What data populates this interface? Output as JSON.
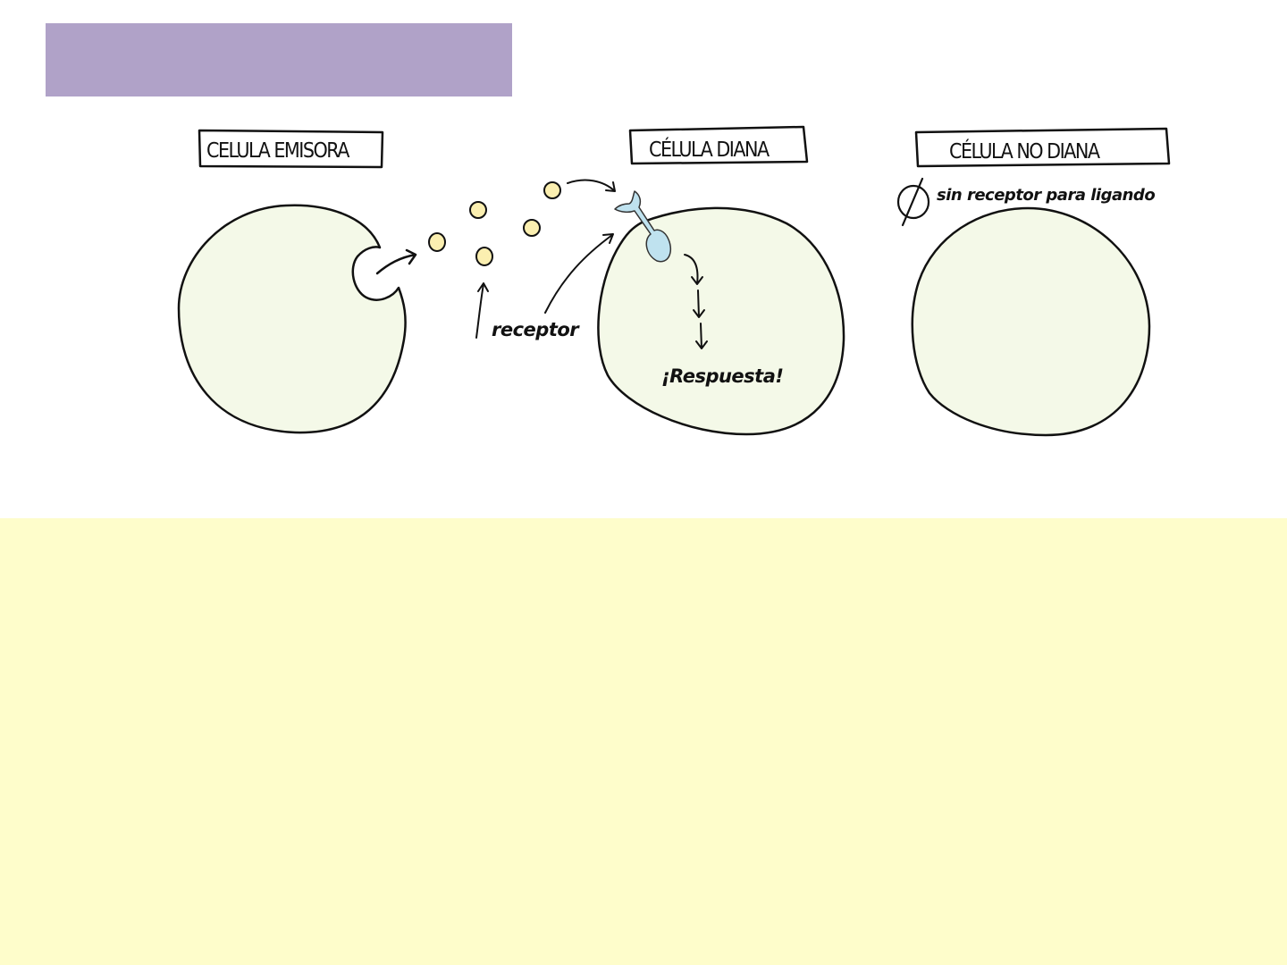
{
  "colors": {
    "header_bar": "#b0a2c8",
    "bottom_panel": "#fefdcb",
    "cell_fill": "#f4f9e8",
    "ligand_fill": "#fbefb0",
    "receptor_fill": "#bfe2ef"
  },
  "labels": {
    "emitter_cell": "CELULA EMISORA",
    "target_cell": "CÉLULA DIANA",
    "non_target_cell": "CÉLULA NO DIANA",
    "receptor": "receptor",
    "response": "¡Respuesta!",
    "no_receptor": "sin receptor para ligando"
  },
  "icons": {
    "empty_set": "empty-set-icon"
  }
}
